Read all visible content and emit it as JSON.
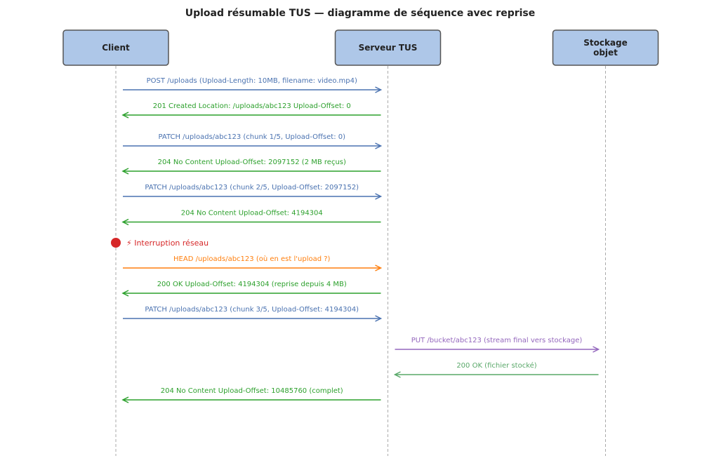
{
  "title": "Upload résumable TUS — diagramme de séquence avec reprise",
  "colors": {
    "request": "#4a72b0",
    "response": "#2ca02c",
    "head": "#ff7f0e",
    "storage_request": "#9467bd",
    "storage_response": "#59a869",
    "interrupt": "#d62728",
    "actor_fill": "#aec7e8",
    "actor_stroke": "#555555",
    "lifeline": "#aaaaaa"
  },
  "actors": [
    {
      "id": "client",
      "lines": [
        "Client"
      ]
    },
    {
      "id": "server",
      "lines": [
        "Serveur TUS"
      ]
    },
    {
      "id": "storage",
      "lines": [
        "Stockage",
        "objet"
      ]
    }
  ],
  "messages": [
    {
      "from": "client",
      "to": "server",
      "label": "POST /uploads  (Upload-Length: 10MB, filename: video.mp4)",
      "color_key": "request"
    },
    {
      "from": "server",
      "to": "client",
      "label": "201 Created  Location: /uploads/abc123  Upload-Offset: 0",
      "color_key": "response"
    },
    {
      "from": "client",
      "to": "server",
      "label": "PATCH /uploads/abc123  (chunk 1/5, Upload-Offset: 0)",
      "color_key": "request"
    },
    {
      "from": "server",
      "to": "client",
      "label": "204 No Content  Upload-Offset: 2097152  (2 MB reçus)",
      "color_key": "response"
    },
    {
      "from": "client",
      "to": "server",
      "label": "PATCH /uploads/abc123  (chunk 2/5, Upload-Offset: 2097152)",
      "color_key": "request"
    },
    {
      "from": "server",
      "to": "client",
      "label": "204 No Content  Upload-Offset: 4194304",
      "color_key": "response"
    },
    {
      "type": "note",
      "actor": "client",
      "label": "⚡ Interruption réseau",
      "color_key": "interrupt"
    },
    {
      "from": "client",
      "to": "server",
      "label": "HEAD /uploads/abc123  (où en est l'upload ?)",
      "color_key": "head"
    },
    {
      "from": "server",
      "to": "client",
      "label": "200 OK  Upload-Offset: 4194304  (reprise depuis 4 MB)",
      "color_key": "response"
    },
    {
      "from": "client",
      "to": "server",
      "label": "PATCH /uploads/abc123  (chunk 3/5, Upload-Offset: 4194304)",
      "color_key": "request"
    },
    {
      "from": "server",
      "to": "storage",
      "label": "PUT /bucket/abc123  (stream final vers stockage)",
      "color_key": "storage_request"
    },
    {
      "from": "storage",
      "to": "server",
      "label": "200 OK  (fichier stocké)",
      "color_key": "storage_response"
    },
    {
      "from": "server",
      "to": "client",
      "label": "204 No Content  Upload-Offset: 10485760  (complet)",
      "color_key": "response"
    }
  ]
}
